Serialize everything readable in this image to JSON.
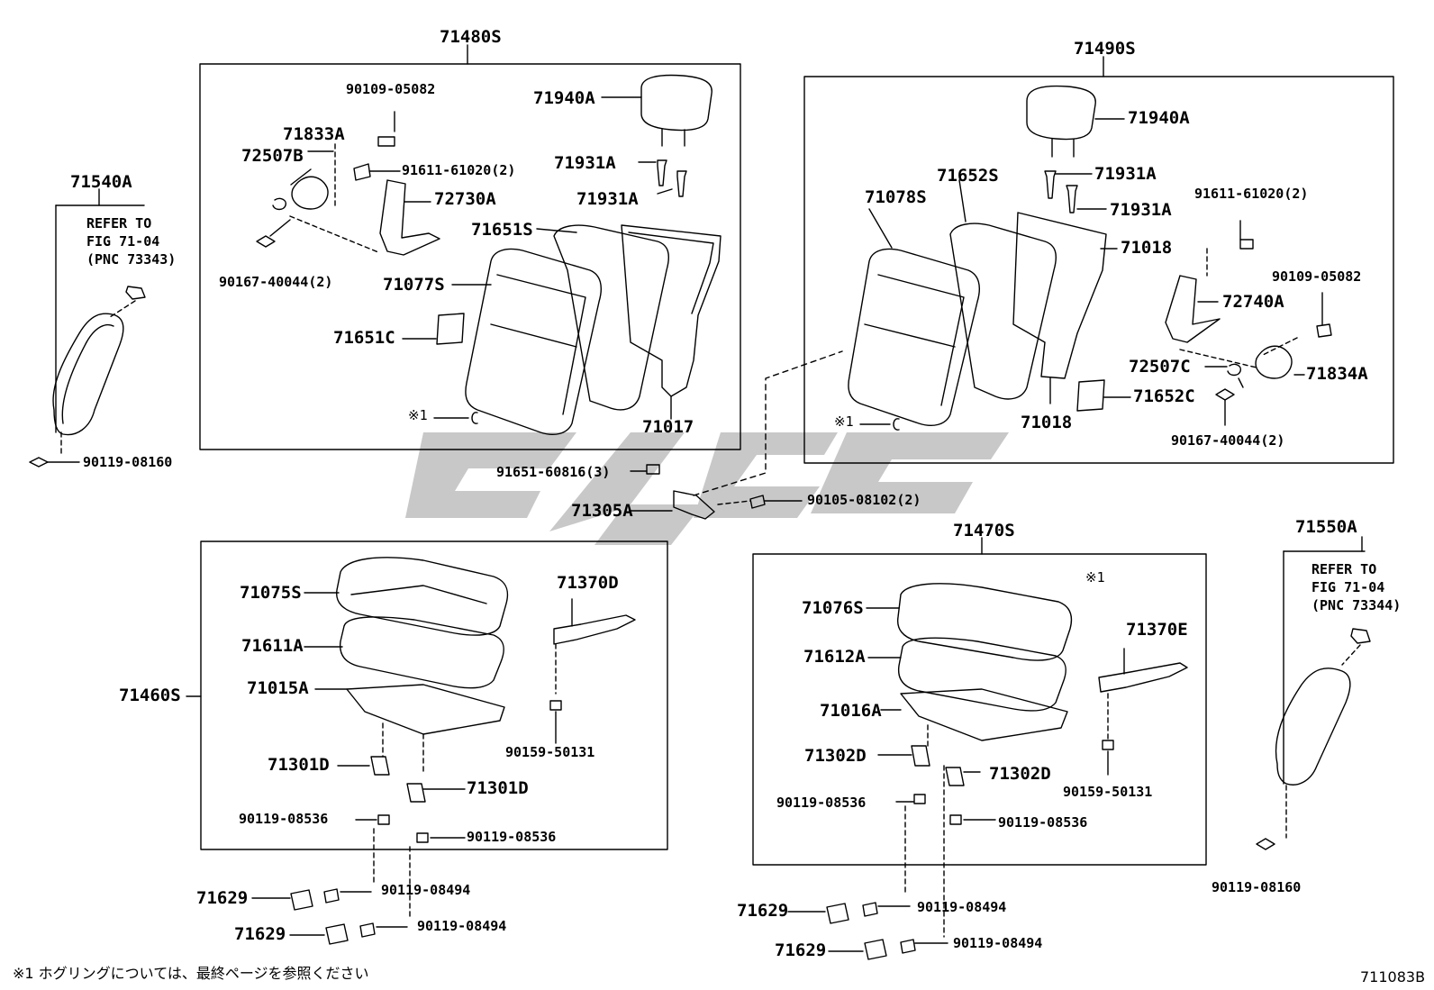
{
  "figure_id": "711083B",
  "footnote": "※1 ホグリングについては、最終ページを参照ください",
  "watermark": "",
  "colors": {
    "line": "#000000",
    "watermark": "#c8c8c8"
  },
  "groups": {
    "top_left": "71480S",
    "top_right": "71490S",
    "bottom_left": "71460S",
    "bottom_right": "71470S"
  },
  "refs": {
    "left": {
      "part": "71540A",
      "text": "REFER TO\nFIG 71-04\n(PNC 73343)"
    },
    "right": {
      "part": "71550A",
      "text": "REFER TO\nFIG 71-04\n(PNC 73344)"
    }
  },
  "hog_ring_mark": "※1",
  "labels": {
    "tl_90109": "90109-05082",
    "tl_71833A": "71833A",
    "tl_72507B": "72507B",
    "tl_91611": "91611-61020(2)",
    "tl_72730A": "72730A",
    "tl_90167": "90167-40044(2)",
    "tl_71940A": "71940A",
    "tl_71931A_1": "71931A",
    "tl_71931A_2": "71931A",
    "tl_71651S": "71651S",
    "tl_71077S": "71077S",
    "tl_71651C": "71651C",
    "tl_71017": "71017",
    "l_90119_08160": "90119-08160",
    "c_91651": "91651-60816(3)",
    "c_71305A": "71305A",
    "c_90105": "90105-08102(2)",
    "tr_71940A": "71940A",
    "tr_71652S": "71652S",
    "tr_71931A_1": "71931A",
    "tr_71078S": "71078S",
    "tr_71931A_2": "71931A",
    "tr_91611": "91611-61020(2)",
    "tr_71018_1": "71018",
    "tr_90109": "90109-05082",
    "tr_72740A": "72740A",
    "tr_72507C": "72507C",
    "tr_71834A": "71834A",
    "tr_71652C": "71652C",
    "tr_71018_2": "71018",
    "tr_90167": "90167-40044(2)",
    "bl_71075S": "71075S",
    "bl_71370D": "71370D",
    "bl_71611A": "71611A",
    "bl_71015A": "71015A",
    "bl_90159": "90159-50131",
    "bl_71301D_1": "71301D",
    "bl_71301D_2": "71301D",
    "bl_90119_08536_1": "90119-08536",
    "bl_90119_08536_2": "90119-08536",
    "bl_71629_1": "71629",
    "bl_90119_08494_1": "90119-08494",
    "bl_71629_2": "71629",
    "bl_90119_08494_2": "90119-08494",
    "br_71076S": "71076S",
    "br_71370E": "71370E",
    "br_71612A": "71612A",
    "br_71016A": "71016A",
    "br_90159": "90159-50131",
    "br_71302D_1": "71302D",
    "br_71302D_2": "71302D",
    "br_90119_08536_1": "90119-08536",
    "br_90119_08536_2": "90119-08536",
    "br_71629_1": "71629",
    "br_90119_08494_1": "90119-08494",
    "br_71629_2": "71629",
    "br_90119_08494_2": "90119-08494",
    "r_90119_08160": "90119-08160"
  }
}
